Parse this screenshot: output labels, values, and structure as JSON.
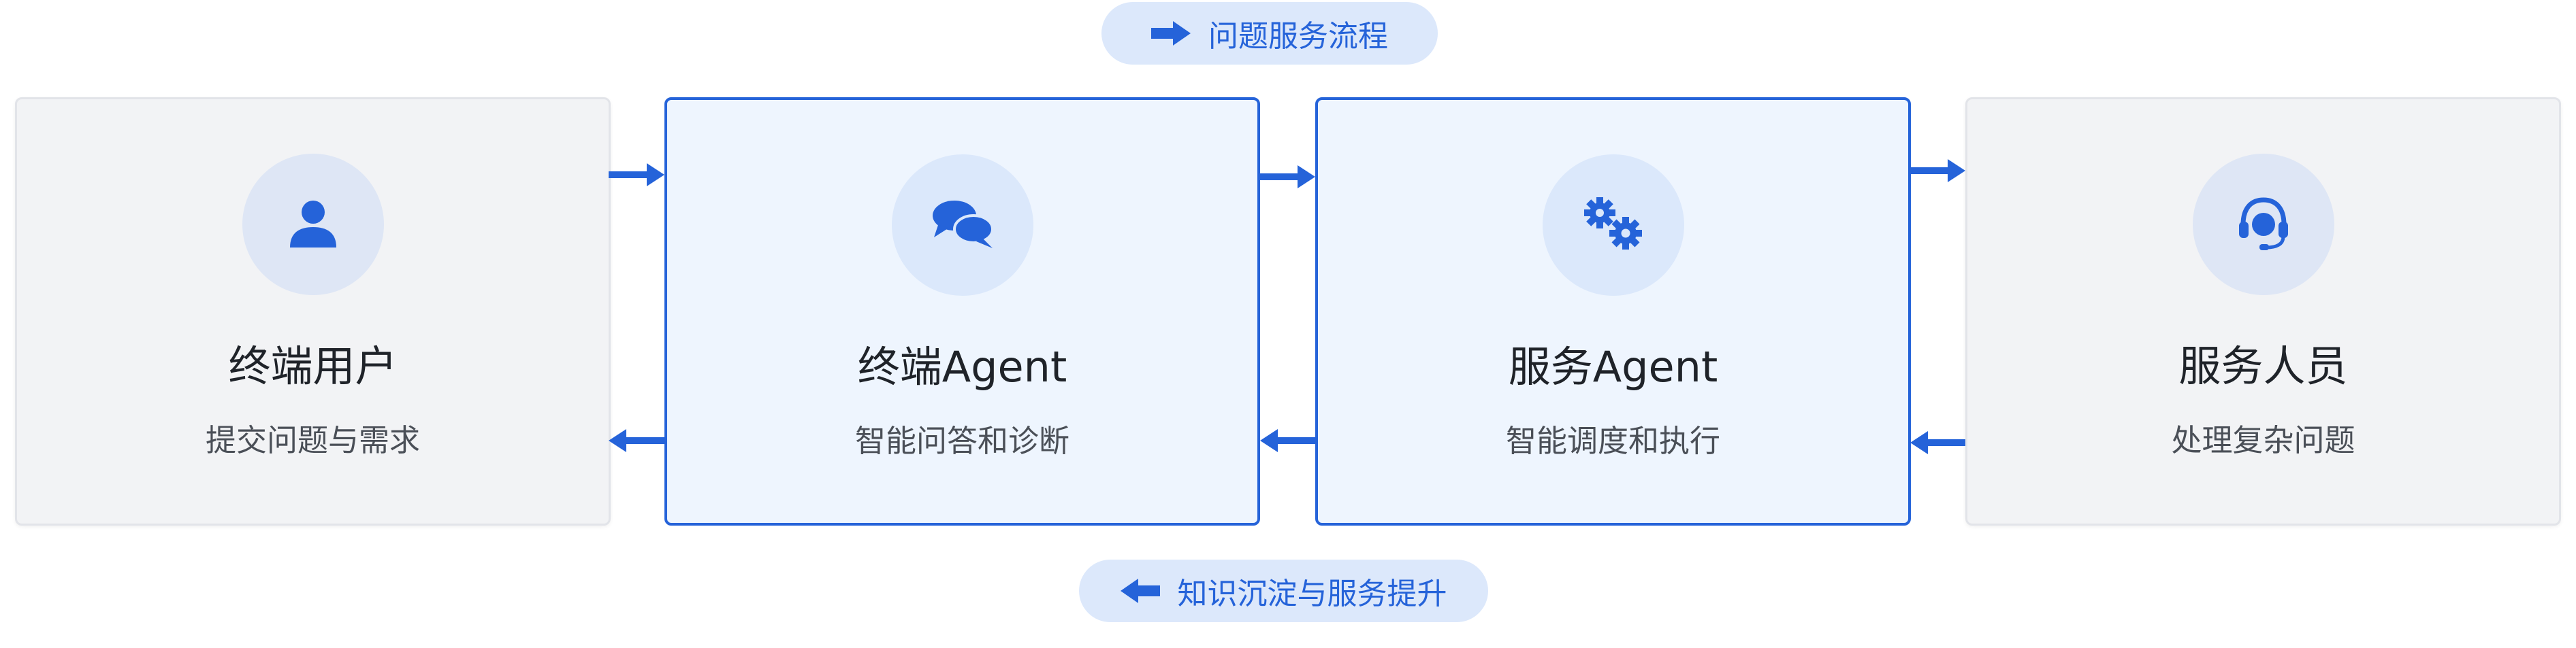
{
  "top_pill": {
    "label": "问题服务流程",
    "icon": "arrow-right-icon"
  },
  "bottom_pill": {
    "label": "知识沉淀与服务提升",
    "icon": "arrow-left-icon"
  },
  "cards": [
    {
      "title": "终端用户",
      "subtitle": "提交问题与需求",
      "icon": "user-icon",
      "style": "gray"
    },
    {
      "title": "终端Agent",
      "subtitle": "智能问答和诊断",
      "icon": "chat-bubbles-icon",
      "style": "blue"
    },
    {
      "title": "服务Agent",
      "subtitle": "智能调度和执行",
      "icon": "gears-icon",
      "style": "blue"
    },
    {
      "title": "服务人员",
      "subtitle": "处理复杂问题",
      "icon": "headset-icon",
      "style": "gray"
    }
  ],
  "colors": {
    "accent": "#2563d9",
    "pill_bg": "#dce8fb",
    "gray_card_bg": "#f2f3f5",
    "blue_card_bg": "#eef5fe"
  }
}
